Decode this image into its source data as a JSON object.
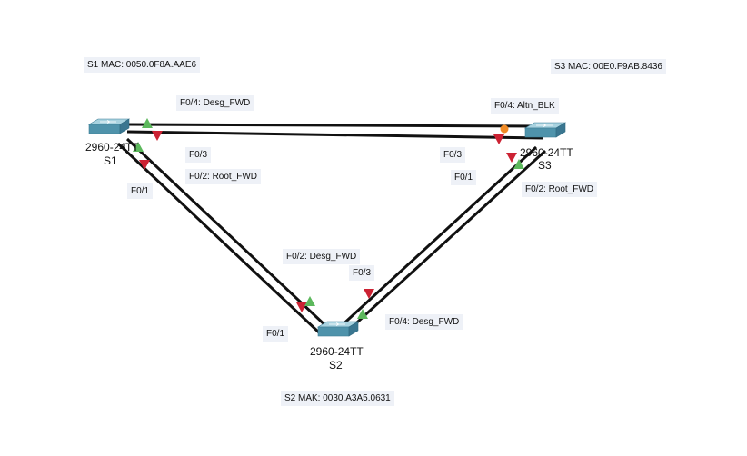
{
  "colors": {
    "link": "#111111",
    "forwarding": "#5cb85c",
    "designated": "#cc2233",
    "blocking": "#f08a24",
    "switch_top": "#7fb5c8",
    "switch_side": "#3f7f97",
    "label_bg": "#eef1f7"
  },
  "devices": {
    "s1": {
      "name": "S1",
      "model": "2960-24TT",
      "mac": "S1 MAC: 0050.0F8A.AAE6",
      "icon": "switch-icon"
    },
    "s2": {
      "name": "S2",
      "model": "2960-24TT",
      "mac": "S2 MAK: 0030.A3A5.0631",
      "icon": "switch-icon"
    },
    "s3": {
      "name": "S3",
      "model": "2960-24TT",
      "mac": "S3 MAC: 00E0.F9AB.8436",
      "icon": "switch-icon"
    }
  },
  "ports": {
    "s1_f04": "F0/4: Desg_FWD",
    "s1_f03": "F0/3",
    "s1_f02": "F0/2: Root_FWD",
    "s1_f01": "F0/1",
    "s3_f04": "F0/4: Altn_BLK",
    "s3_f03": "F0/3",
    "s3_f01": "F0/1",
    "s3_f02": "F0/2: Root_FWD",
    "s2_f02": "F0/2: Desg_FWD",
    "s2_f03": "F0/3",
    "s2_f01": "F0/1",
    "s2_f04": "F0/4: Desg_FWD"
  }
}
